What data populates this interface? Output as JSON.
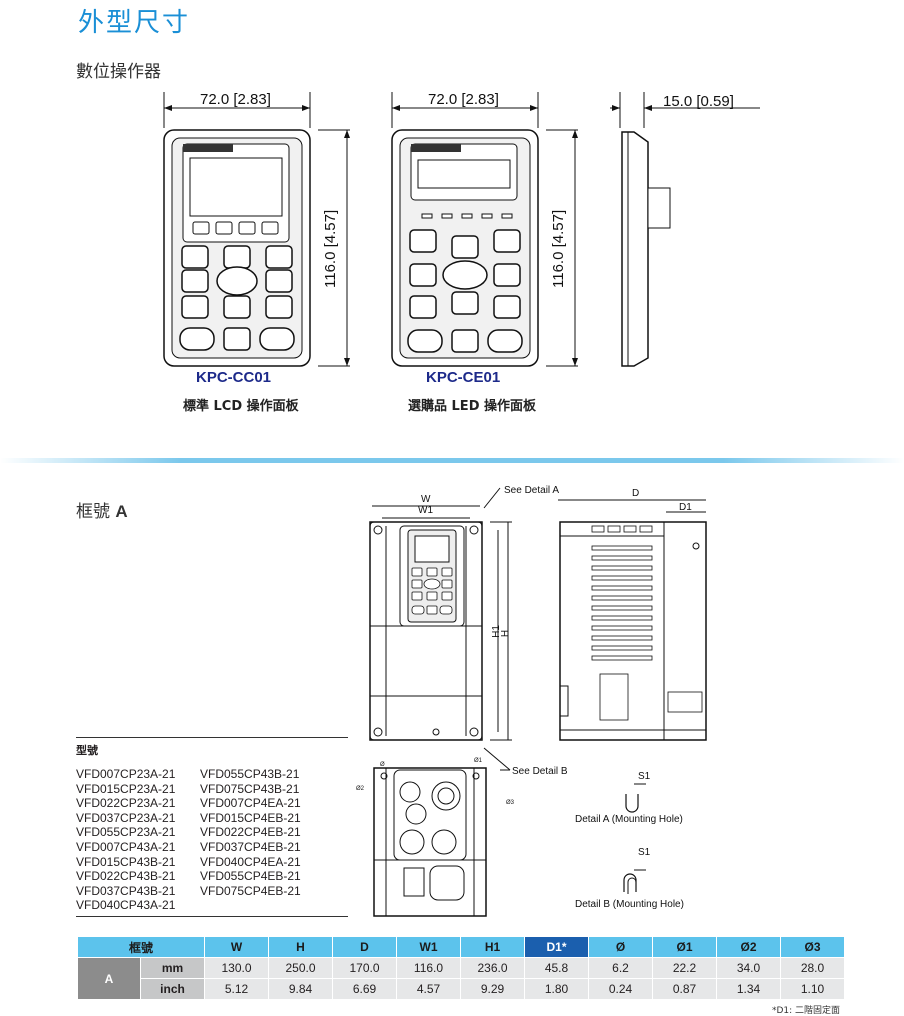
{
  "header": {
    "title": "外型尺寸",
    "section_keypad": "數位操作器"
  },
  "keypads": [
    {
      "dim_width": "72.0 [2.83]",
      "dim_height": "116.0 [4.57]",
      "model": "KPC-CC01",
      "caption": "標準 LCD 操作面板"
    },
    {
      "dim_width": "72.0 [2.83]",
      "dim_height": "116.0 [4.57]",
      "model": "KPC-CE01",
      "caption": "選購品 LED 操作面板"
    }
  ],
  "side_view": {
    "dim_depth": "15.0 [0.59]"
  },
  "frame": {
    "title_prefix": "框號",
    "title_letter": "A",
    "labels": {
      "w": "W",
      "w1": "W1",
      "h": "H",
      "h1": "H1",
      "d": "D",
      "d1": "D1",
      "detail_a": "See Detail A",
      "detail_b": "See Detail B",
      "s1": "S1",
      "phi": "Ø",
      "phi1": "Ø1",
      "phi2": "Ø2",
      "phi3": "Ø3",
      "detail_a_caption": "Detail A (Mounting Hole)",
      "detail_b_caption": "Detail B (Mounting Hole)"
    }
  },
  "models": {
    "heading": "型號",
    "col1": [
      "VFD007CP23A-21",
      "VFD015CP23A-21",
      "VFD022CP23A-21",
      "VFD037CP23A-21",
      "VFD055CP23A-21",
      "VFD007CP43A-21",
      "VFD015CP43B-21",
      "VFD022CP43B-21",
      "VFD037CP43B-21",
      "VFD040CP43A-21"
    ],
    "col2": [
      "VFD055CP43B-21",
      "VFD075CP43B-21",
      "VFD007CP4EA-21",
      "VFD015CP4EB-21",
      "VFD022CP4EB-21",
      "VFD037CP4EB-21",
      "VFD040CP4EA-21",
      "VFD055CP4EB-21",
      "VFD075CP4EB-21"
    ]
  },
  "dims_table": {
    "headers": [
      "框號",
      "W",
      "H",
      "D",
      "W1",
      "H1",
      "D1*",
      "Ø",
      "Ø1",
      "Ø2",
      "Ø3"
    ],
    "frame": "A",
    "rows": [
      {
        "unit": "mm",
        "values": [
          "130.0",
          "250.0",
          "170.0",
          "116.0",
          "236.0",
          "45.8",
          "6.2",
          "22.2",
          "34.0",
          "28.0"
        ]
      },
      {
        "unit": "inch",
        "values": [
          "5.12",
          "9.84",
          "6.69",
          "4.57",
          "9.29",
          "1.80",
          "0.24",
          "0.87",
          "1.34",
          "1.10"
        ]
      }
    ],
    "footnote": "*D1: 二階固定面"
  }
}
